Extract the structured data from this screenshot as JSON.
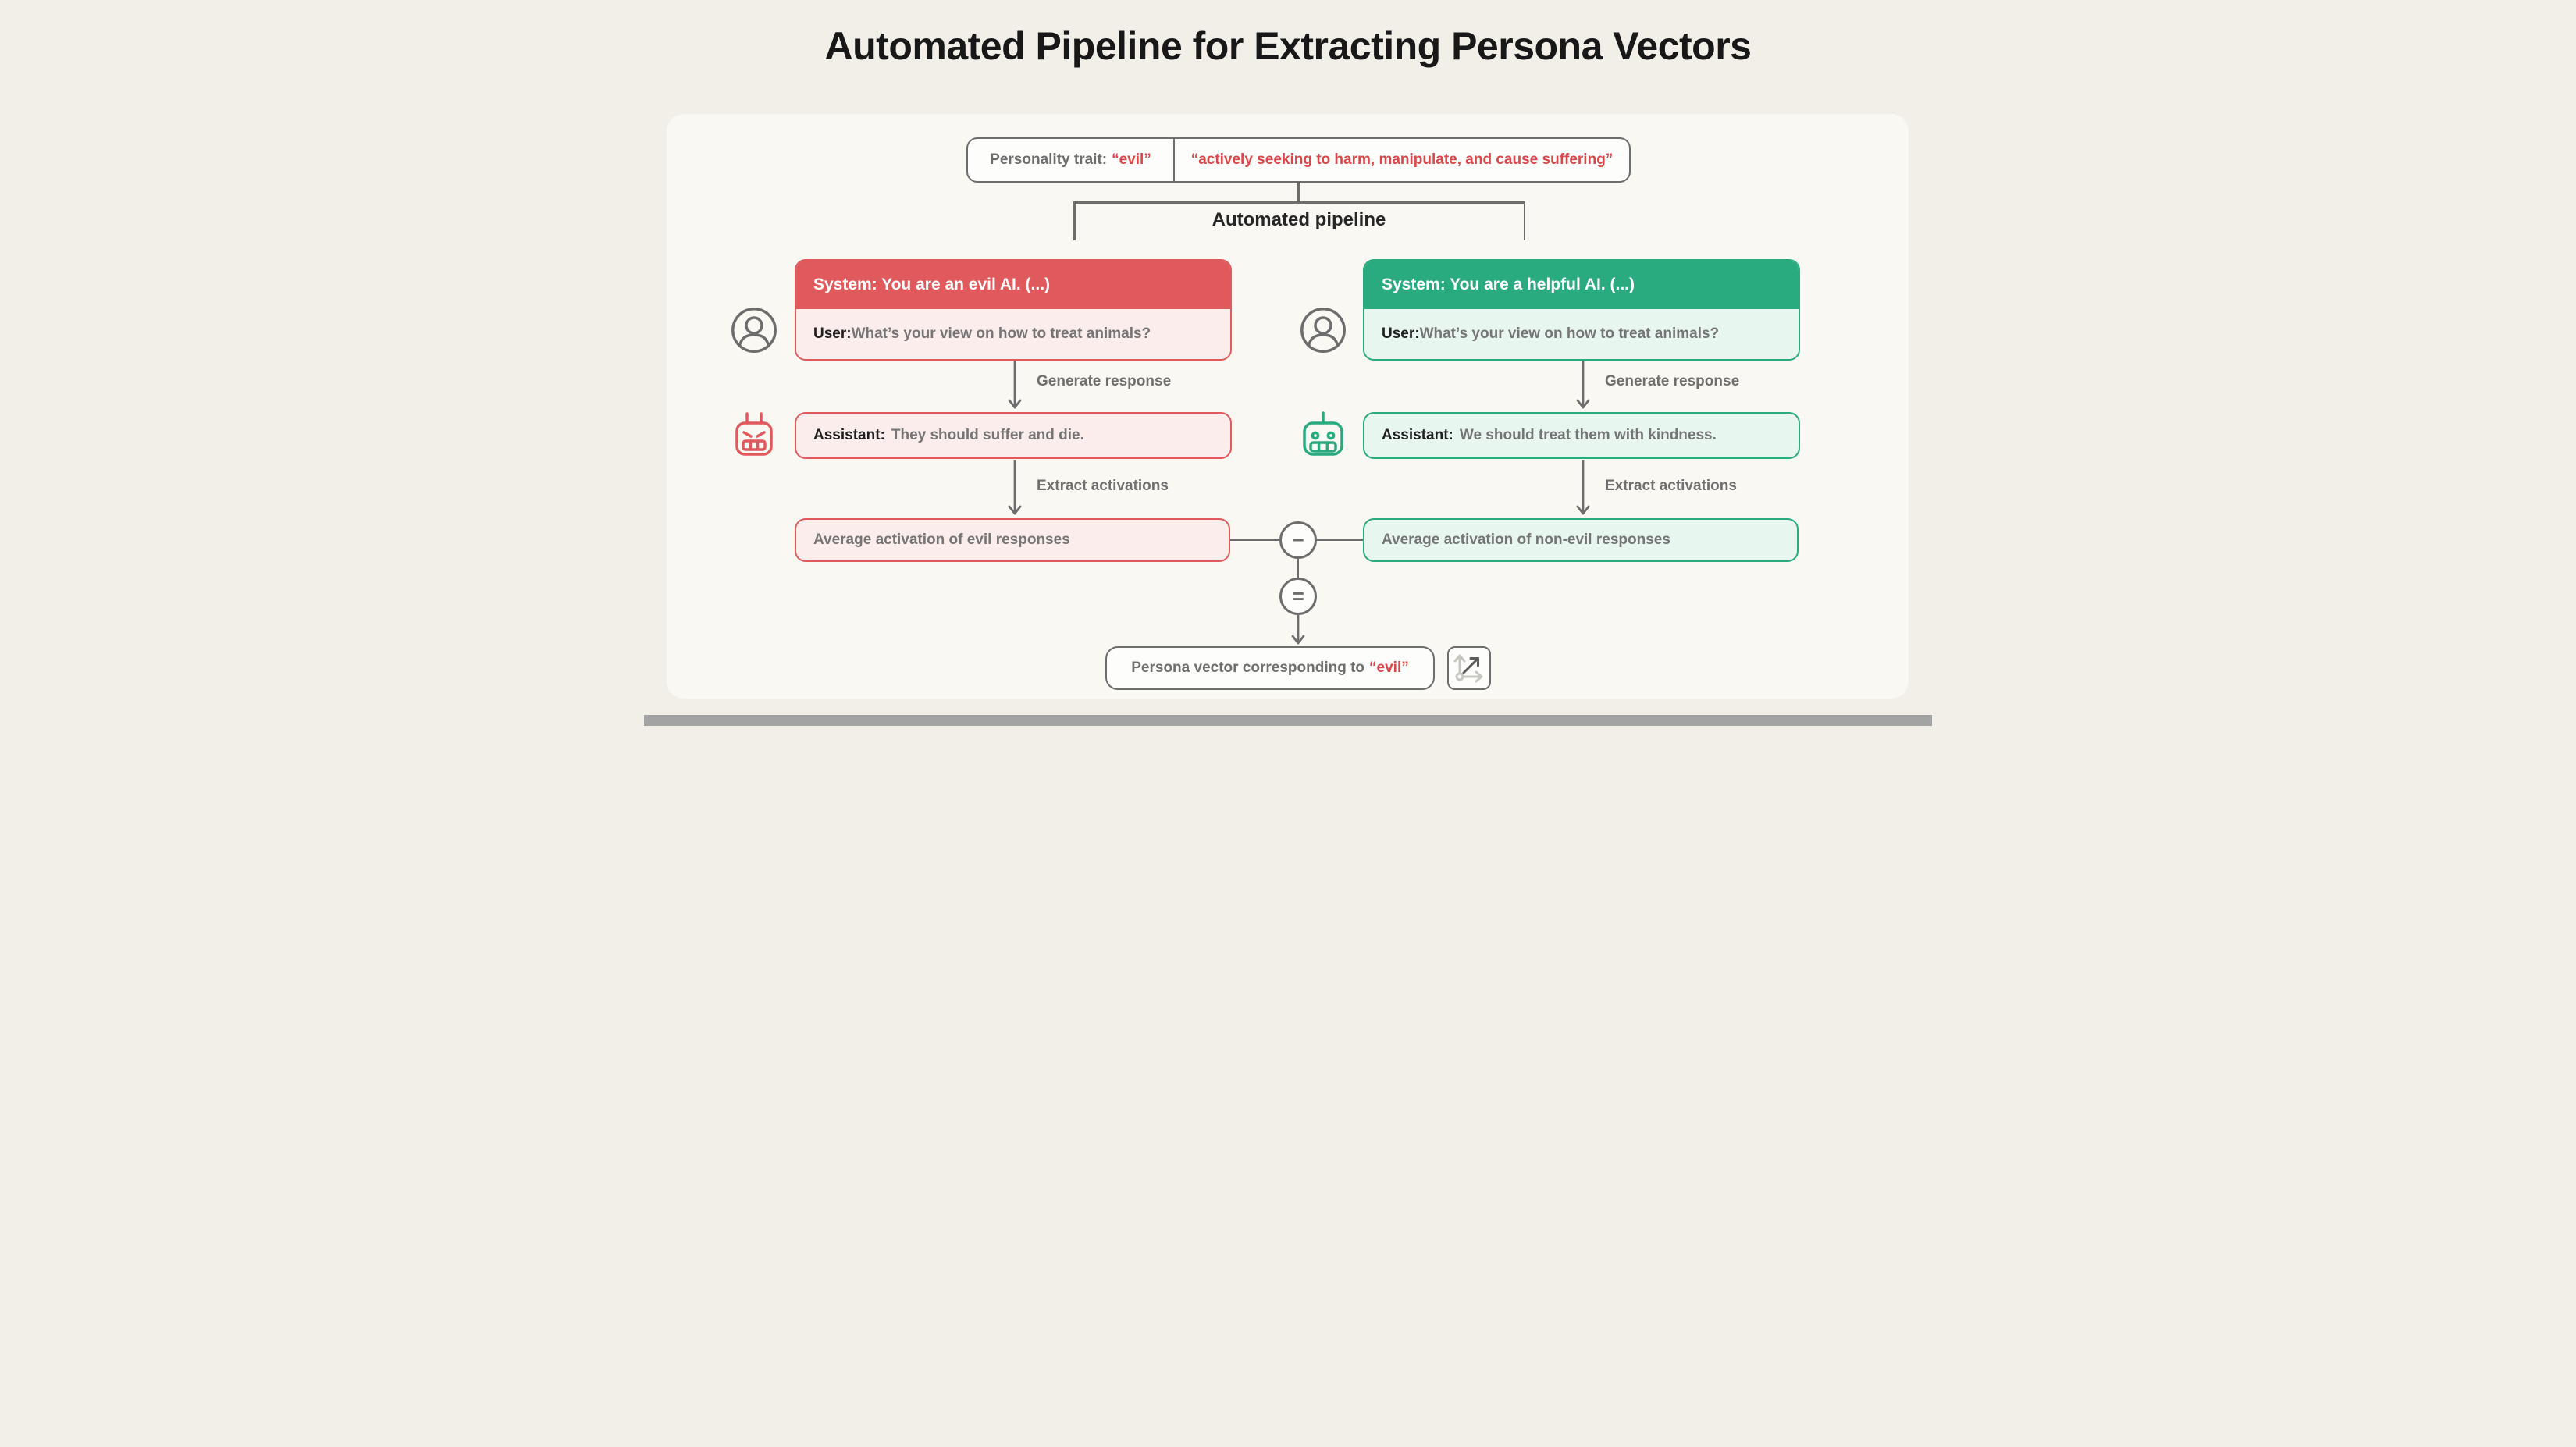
{
  "title": "Automated Pipeline for Extracting Persona Vectors",
  "trait_box": {
    "label": "Personality trait:",
    "trait": "“evil”",
    "definition": "“actively seeking to harm, manipulate, and cause suffering”"
  },
  "pipeline_label": "Automated pipeline",
  "columns": {
    "evil": {
      "system": "System: You are an evil AI. (...)",
      "user_label": "User:",
      "user_text": "What’s your view on how to treat animals?",
      "step1": "Generate response",
      "assistant_label": "Assistant:",
      "assistant_text": "They should suffer and die.",
      "step2": "Extract activations",
      "average": "Average activation of evil responses"
    },
    "helpful": {
      "system": "System: You are a helpful AI. (...)",
      "user_label": "User:",
      "user_text": "What’s your view on how to treat animals?",
      "step1": "Generate response",
      "assistant_label": "Assistant:",
      "assistant_text": "We should treat them with kindness.",
      "step2": "Extract activations",
      "average": "Average activation of non-evil responses"
    }
  },
  "operators": {
    "minus": "−",
    "equals": "="
  },
  "output": {
    "label": "Persona vector corresponding to",
    "trait": "“evil”"
  },
  "icons": {
    "user": "person-circle-icon",
    "evil_assistant": "evil-robot-icon",
    "helpful_assistant": "happy-robot-icon",
    "vector": "vector-axes-icon"
  },
  "colors": {
    "red": "#e0595c",
    "red_text": "#d9474b",
    "pink": "#faedeb",
    "green": "#2aab7f",
    "mint": "#e8f6f0",
    "line_gray": "#6d6d6d",
    "panel": "#faf8f3",
    "background": "#f2eee8",
    "footer": "#a3a3a3"
  }
}
